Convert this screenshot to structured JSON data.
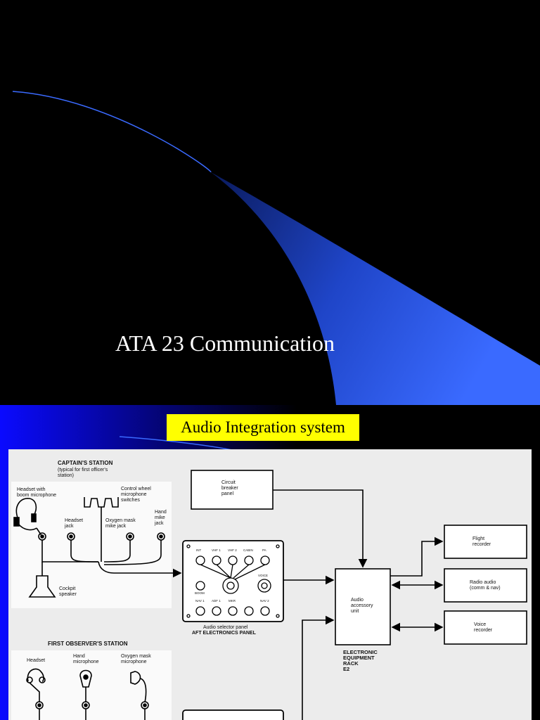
{
  "slide1": {
    "title": "ATA 23 Communication"
  },
  "slide2": {
    "title": "Audio Integration system",
    "diagram": {
      "captain_station": {
        "heading": "CAPTAIN'S STATION",
        "note_line1": "(typical for first officer's",
        "note_line2": "station)",
        "headset_line1": "Headset with",
        "headset_line2": "boom microphone",
        "control_wheel_line1": "Control wheel",
        "control_wheel_line2": "microphone",
        "control_wheel_line3": "switches",
        "headset_jack_line1": "Headset",
        "headset_jack_line2": "jack",
        "oxygen_jack_line1": "Oxygen mask",
        "oxygen_jack_line2": "mike jack",
        "hand_jack_line1": "Hand",
        "hand_jack_line2": "mike",
        "hand_jack_line3": "jack",
        "speaker_line1": "Cockpit",
        "speaker_line2": "speaker"
      },
      "observer_station": {
        "heading": "FIRST OBSERVER'S STATION",
        "headset": "Headset",
        "hand_mic_line1": "Hand",
        "hand_mic_line2": "microphone",
        "oxygen_line1": "Oxygen mask",
        "oxygen_line2": "microphone"
      },
      "circuit_breaker": {
        "line1": "Circuit",
        "line2": "breaker",
        "line3": "panel"
      },
      "audio_panel": {
        "caption1": "Audio selector panel",
        "caption2": "AFT ELECTRONICS PANEL",
        "top_labels": [
          "INT",
          "VHF 1",
          "VHF 2",
          "CABIN",
          "PA"
        ],
        "bottom_labels": [
          "NAV 1",
          "ADF 1",
          "MKR",
          "",
          "NAV 2"
        ],
        "boom_label": "BOOM",
        "voice_label": "VOICE"
      },
      "accessory_unit": {
        "line1": "Audio",
        "line2": "accessory",
        "line3": "unit"
      },
      "rack": {
        "line1": "ELECTRONIC",
        "line2": "EQUIPMENT",
        "line3": "RACK",
        "line4": "E2"
      },
      "flight_recorder": {
        "line1": "Flight",
        "line2": "recorder"
      },
      "radio_audio": {
        "line1": "Radio audio",
        "line2": "(comm & nav)"
      },
      "voice_recorder": {
        "line1": "Voice",
        "line2": "recorder"
      }
    }
  }
}
